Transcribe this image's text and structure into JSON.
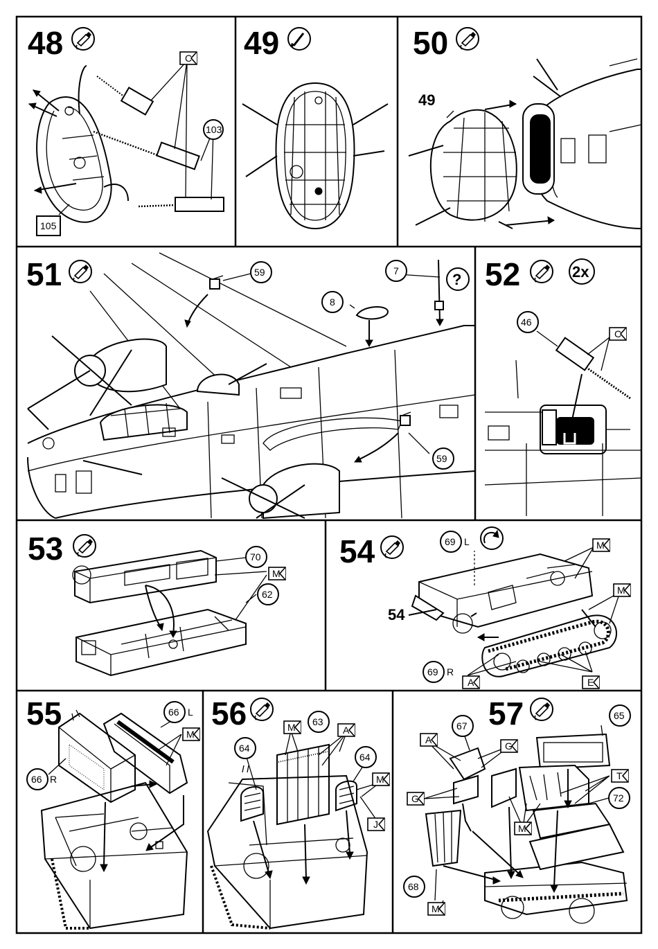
{
  "steps": [
    {
      "number": "48",
      "callouts": [
        "103",
        "105"
      ],
      "color_code": "C"
    },
    {
      "number": "49"
    },
    {
      "number": "50",
      "callouts": [
        "49"
      ]
    },
    {
      "number": "51",
      "callouts": [
        "59",
        "7",
        "8",
        "59"
      ]
    },
    {
      "number": "52",
      "multiplier": "2x",
      "callouts": [
        "46"
      ],
      "color_code": "C"
    },
    {
      "number": "53",
      "callouts": [
        "70",
        "62"
      ],
      "color_code": "M"
    },
    {
      "number": "54",
      "callouts": [
        "69",
        "69",
        "54"
      ],
      "side_left": "L",
      "side_right": "R",
      "color_codes": [
        "M",
        "M",
        "A",
        "E"
      ]
    },
    {
      "number": "55",
      "callouts": [
        "66",
        "66"
      ],
      "side_left": "L",
      "side_right": "R",
      "color_code": "M"
    },
    {
      "number": "56",
      "callouts": [
        "63",
        "64",
        "64"
      ],
      "color_codes": [
        "M",
        "A",
        "M",
        "J"
      ]
    },
    {
      "number": "57",
      "callouts": [
        "67",
        "65",
        "72",
        "68"
      ],
      "color_codes": [
        "A",
        "G",
        "G",
        "T",
        "M",
        "M"
      ]
    }
  ],
  "help_symbol": "?",
  "icons": [
    "glue-tube-icon",
    "paintbrush-icon",
    "question-icon"
  ]
}
